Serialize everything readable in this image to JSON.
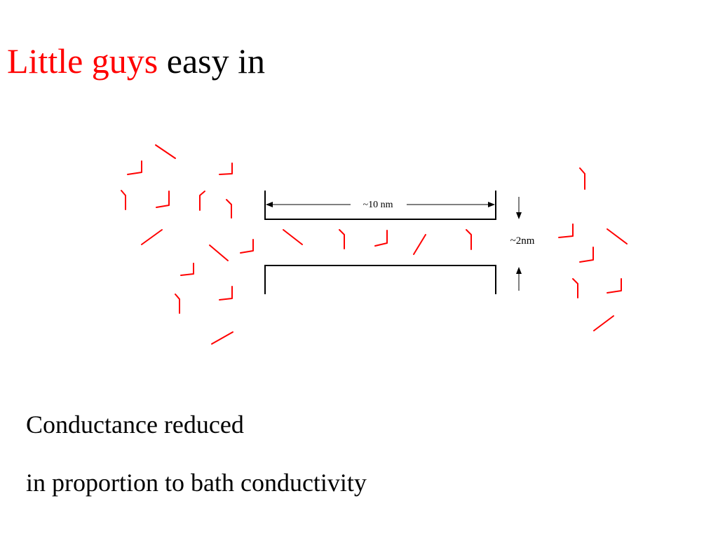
{
  "title": {
    "part1": "Little guys",
    "part2": "easy in"
  },
  "diagram": {
    "length_label": "~10 nm",
    "width_label": "~2nm",
    "ion_color": "#ff0000",
    "line_color": "#000000"
  },
  "body": {
    "line1": "Conductance reduced",
    "line2": "in proportion to bath conductivity"
  }
}
